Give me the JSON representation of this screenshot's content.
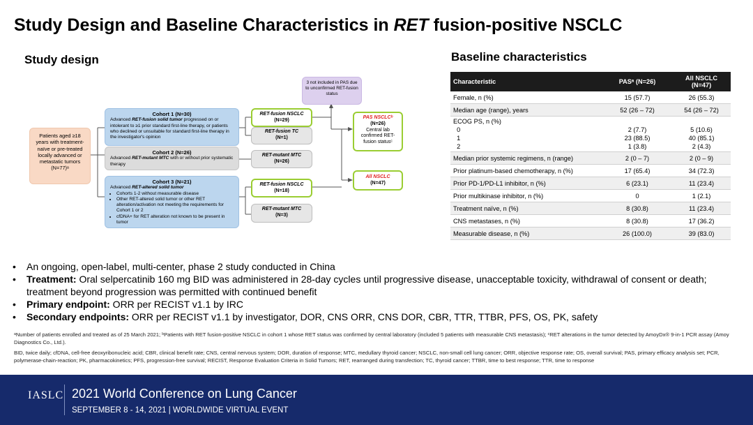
{
  "title": {
    "pre": "Study Design and Baseline Characteristics in ",
    "italic": "RET",
    "post": " fusion-positive NSCLC"
  },
  "study_design": {
    "heading": "Study design",
    "patients_box": "Patients aged ≥18 years with treatment-naïve or pre-treated locally advanced or metastatic tumors (N=77)ᵃ",
    "cohort1": {
      "title": "Cohort 1 (N=30)",
      "body_pre": "Advanced ",
      "body_bold": "RET-fusion solid tumor",
      "body_post": " progressed on or intolerant to ≥1 prior standard first-line therapy, or patients who declined or unsuitable for standard first-line therapy in the investigator's opinion"
    },
    "cohort2": {
      "title": "Cohort 2 (N=26)",
      "body_pre": "Advanced ",
      "body_bold": "RET-mutant MTC",
      "body_post": " with or without prior systematic therapy"
    },
    "cohort3": {
      "title": "Cohort 3 (N=21)",
      "body_pre": "Advanced ",
      "body_bold": "RET-altered solid tumor",
      "bullets": [
        "Cohorts 1-2 without measurable disease",
        "Other RET-altered solid tumor or other RET alteration/activation not meeting the requirements for Cohort 1 or 2",
        "cfDNA+ for RET alteration not known to be present in tumor"
      ]
    },
    "subgroups": [
      {
        "name": "RET-fusion NSCLC",
        "n": "(N=29)"
      },
      {
        "name": "RET-fusion TC",
        "n": "(N=1)"
      },
      {
        "name": "RET-mutant MTC",
        "n": "(N=26)"
      },
      {
        "name": "RET-fusion NSCLC",
        "n": "(N=18)"
      },
      {
        "name": "RET-mutant MTC",
        "n": "(N=3)"
      }
    ],
    "excluded_box": "3 not included in PAS due to unconfirmed RET-fusion status",
    "pas_box": {
      "title": "PAS NSCLCᵇ",
      "n": "(N=26)",
      "note": "Central lab confirmed RET-fusion statusᶜ"
    },
    "all_box": {
      "title": "All NSCLC",
      "n": "(N=47)"
    }
  },
  "baseline": {
    "heading": "Baseline characteristics",
    "columns": [
      "Characteristic",
      "PASᵃ (N=26)",
      "All NSCLC (N=47)"
    ],
    "rows": [
      [
        "Female, n (%)",
        "15 (57.7)",
        "26 (55.3)"
      ],
      [
        "Median age (range), years",
        "52 (26 – 72)",
        "54 (26 – 72)"
      ],
      [
        "ECOG PS, n (%)\n  0\n  1\n  2",
        "\n2 (7.7)\n23 (88.5)\n1 (3.8)",
        "\n5 (10.6)\n40 (85.1)\n2 (4.3)"
      ],
      [
        "Median prior systemic regimens, n (range)",
        "2 (0 – 7)",
        "2 (0 – 9)"
      ],
      [
        "Prior platinum-based chemotherapy, n (%)",
        "17 (65.4)",
        "34 (72.3)"
      ],
      [
        "Prior PD-1/PD-L1 inhibitor, n (%)",
        "6 (23.1)",
        "11 (23.4)"
      ],
      [
        "Prior multikinase inhibitor, n (%)",
        "0",
        "1 (2.1)"
      ],
      [
        "Treatment naïve, n (%)",
        "8 (30.8)",
        "11 (23.4)"
      ],
      [
        "CNS metastases, n (%)",
        "8 (30.8)",
        "17 (36.2)"
      ],
      [
        "Measurable disease, n (%)",
        "26 (100.0)",
        "39 (83.0)"
      ]
    ]
  },
  "bullets": [
    {
      "bold": "",
      "text": "An ongoing, open-label, multi-center, phase 2 study conducted in China"
    },
    {
      "bold": "Treatment:",
      "text": " Oral selpercatinib 160 mg BID was administered in 28-day cycles until progressive disease, unacceptable toxicity, withdrawal of consent or death; treatment beyond progression was permitted with continued benefit"
    },
    {
      "bold": "Primary endpoint:",
      "text": " ORR per RECIST v1.1 by IRC"
    },
    {
      "bold": "Secondary endpoints:",
      "text": " ORR per RECIST v1.1 by investigator, DOR, CNS ORR, CNS DOR, CBR, TTR, TTBR, PFS, OS, PK, safety"
    }
  ],
  "footnote1": "ᵃNumber of patients enrolled and treated as of 25 March 2021; ᵇPatients with RET fusion-positive NSCLC in cohort 1 whose RET status was confirmed by central laboratory (included 5 patients with measurable CNS metastasis); ᶜRET alterations in the tumor detected by AmoyDx® 9-in-1 PCR assay (Amoy Diagnostics Co., Ltd.).",
  "footnote2": "BID, twice daily; cfDNA, cell-free deoxyribonucleic acid; CBR, clinical benefit rate; CNS, central nervous system; DOR, duration of response; MTC, medullary thyroid cancer; NSCLC, non-small cell lung cancer; ORR, objective response rate; OS, overall survival; PAS, primary efficacy analysis set; PCR, polymerase-chain-reaction; PK, pharmacokinetics; PFS, progression-free survival; RECIST, Response Evaluation Criteria in Solid Tumors; RET, rearranged during transfection; TC, thyroid cancer; TTBR, time to best response; TTR, time to response",
  "footer": {
    "logo": "IASLC",
    "conference": "2021 World Conference on Lung Cancer",
    "dates": "SEPTEMBER 8 - 14, 2021 | WORLDWIDE VIRTUAL EVENT",
    "background": "#162a6b"
  }
}
